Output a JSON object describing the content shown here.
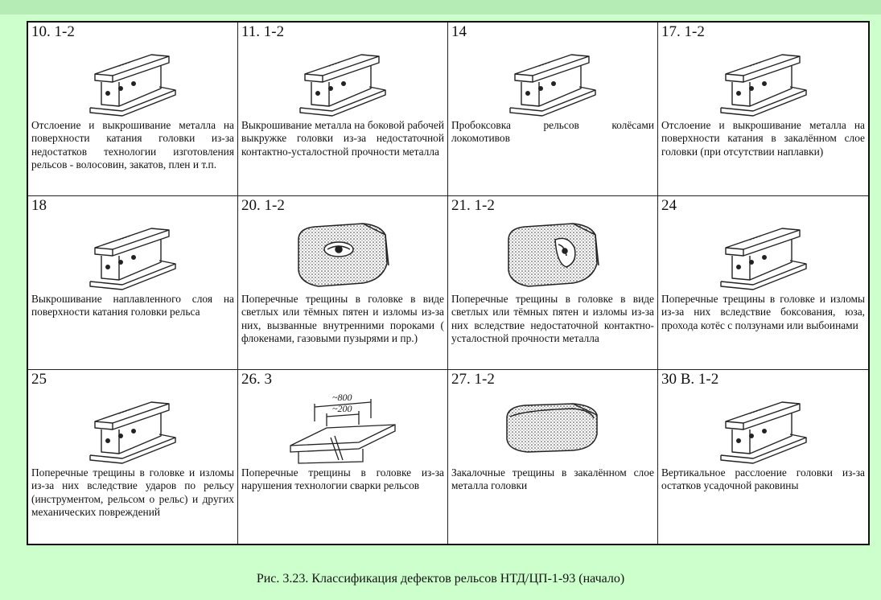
{
  "cells": [
    {
      "num": "10. 1-2",
      "text": "Отслоение и выкрошивание металла на поверхности катания головки из-за недостатков технологии изготовления рельсов - волосовин, закатов, плен и т.п.",
      "pic": "rail-icon"
    },
    {
      "num": "11. 1-2",
      "text": "Выкрошивание металла на боковой рабочей выкружке головки из-за недостаточной контактно-усталостной прочности металла",
      "pic": "rail-icon"
    },
    {
      "num": "14",
      "text": "Пробоксовка рельсов колёсами локомотивов",
      "pic": "rail-icon"
    },
    {
      "num": "17. 1-2",
      "text": "Отслоение и выкрошивание металла на поверхности катания в закалённом слое головки (при отсутствии наплавки)",
      "pic": "rail-icon"
    },
    {
      "num": "18",
      "text": "Выкрошивание наплавленного слоя на поверхности катания головки рельса",
      "pic": "rail-icon"
    },
    {
      "num": "20. 1-2",
      "text": "Поперечные трещины в головке в виде светлых или тёмных пятен и изломы из-за них, вызванные внутренними пороками ( флокенами, газовыми пузырями и пр.)",
      "pic": "head-section-icon"
    },
    {
      "num": "21. 1-2",
      "text": "Поперечные трещины в головке в виде светлых или тёмных пятен и изломы из-за них вследствие недостаточной контактно- усталостной прочности металла",
      "pic": "head-section-icon"
    },
    {
      "num": "24",
      "text": "Поперечные трещины в головке и изломы из-за них вследствие боксования, юза, прохода котёс с ползунами или выбоинами",
      "pic": "rail-icon"
    },
    {
      "num": "25",
      "text": "Поперечные трещины в головке и изломы из-за них вследствие ударов по рельсу (инструментом, рельсом о рельс) и других механических повреждений",
      "pic": "rail-icon"
    },
    {
      "num": "26. 3",
      "text": "Поперечные трещины в головке из-за нарушения технологии сварки рельсов",
      "pic": "weld-joint-icon",
      "dim1": "~800",
      "dim2": "~200"
    },
    {
      "num": "27. 1-2",
      "text": "Закалочные трещины в закалённом слое металла головки",
      "pic": "head-block-icon"
    },
    {
      "num": "30 В. 1-2",
      "text": "Вертикальное расслоение головки из-за остатков усадочной раковины",
      "pic": "rail-icon"
    }
  ],
  "caption": "Рис. 3.23. Классификация дефектов рельсов НТД/ЦП-1-93 (начало)",
  "colors": {
    "background": "#ccffcc",
    "table": "#ffffff",
    "ink": "#111111"
  }
}
